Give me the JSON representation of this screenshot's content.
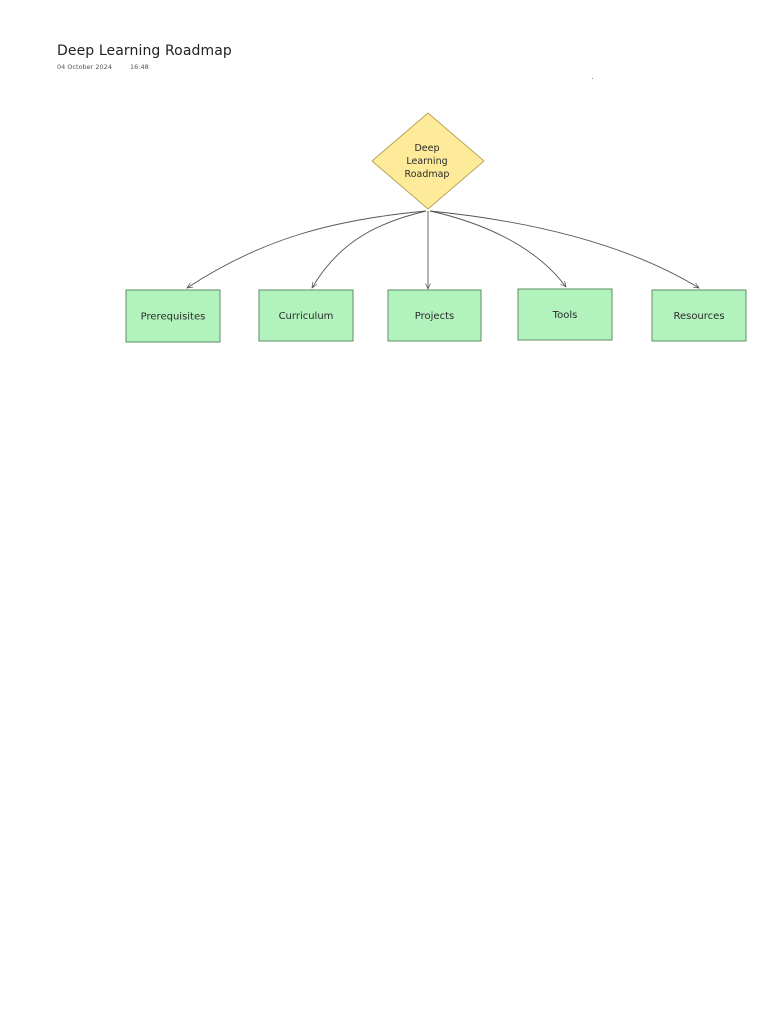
{
  "page": {
    "title": "Deep Learning Roadmap",
    "date": "04 October 2024",
    "time": "16:48"
  },
  "diagram": {
    "root": {
      "lines": [
        "Deep",
        "Learning",
        "Roadmap"
      ],
      "fill": "#fdeb9a",
      "stroke": "#b9a659"
    },
    "children": [
      {
        "label": "Prerequisites"
      },
      {
        "label": "Curriculum"
      },
      {
        "label": "Projects"
      },
      {
        "label": "Tools"
      },
      {
        "label": "Resources"
      }
    ],
    "child_fill": "#b1f2bd",
    "child_stroke": "#5e8f66",
    "arrow_color": "#555555"
  }
}
